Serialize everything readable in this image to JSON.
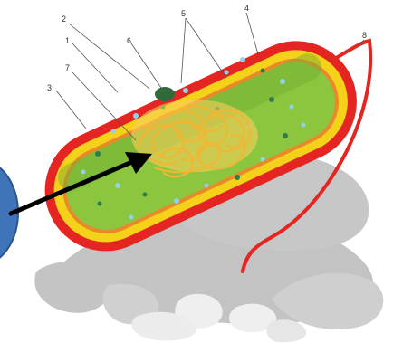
{
  "diagram": {
    "labels": [
      {
        "id": "label-1",
        "text": "1"
      },
      {
        "id": "label-2",
        "text": "2"
      },
      {
        "id": "label-3",
        "text": "3"
      },
      {
        "id": "label-4",
        "text": "4"
      },
      {
        "id": "label-5",
        "text": "5"
      },
      {
        "id": "label-6",
        "text": "6"
      },
      {
        "id": "label-7",
        "text": "7"
      },
      {
        "id": "label-8",
        "text": "8"
      }
    ],
    "colors": {
      "capsule": "#e52521",
      "cell_wall": "#f4d21a",
      "cytoplasm": "#8cc63f",
      "nucleoid": "#f2b632",
      "ribosome": "#8fd3ea",
      "shadow": "#b8b8b8",
      "pointer": "#000000",
      "marker": "#3f74b8"
    }
  }
}
